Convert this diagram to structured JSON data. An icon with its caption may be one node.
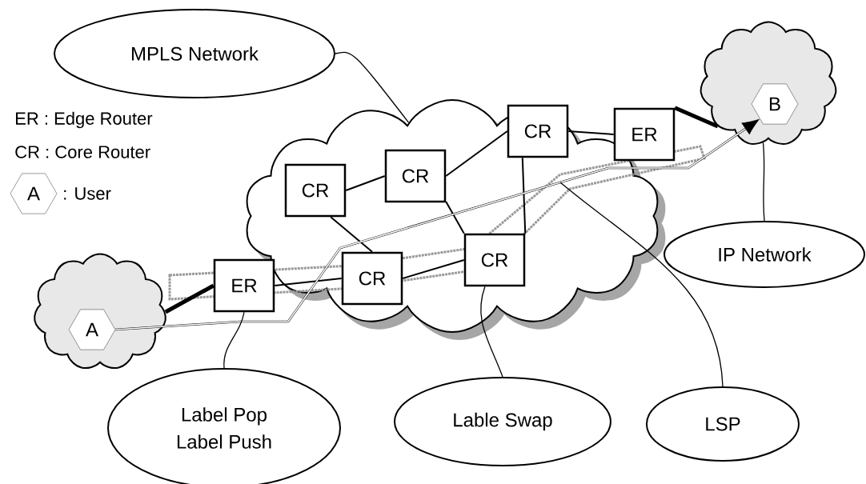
{
  "diagram": {
    "nodes": [
      {
        "text": [],
        "shape": "cloud"
      },
      {
        "text": [],
        "shape": "cloud"
      },
      {
        "text": [],
        "shape": "cloud"
      },
      {
        "text": [
          "A"
        ],
        "in": 1
      },
      {
        "text": [
          "B"
        ],
        "in": 2
      },
      {
        "text": [
          "ER"
        ]
      },
      {
        "text": [
          "CR"
        ],
        "in": 0
      },
      {
        "text": [
          "CR"
        ],
        "in": 0
      },
      {
        "text": [
          "CR"
        ],
        "in": 0
      },
      {
        "text": [
          "ER"
        ]
      },
      {
        "text": [
          "CR"
        ],
        "in": 0
      },
      {
        "text": [
          "CR"
        ],
        "in": 0
      },
      {
        "text": [
          "MPLS Network"
        ]
      },
      {
        "text": [
          "IP Network"
        ]
      },
      {
        "text": [
          "Label Pop",
          "Label Push"
        ]
      },
      {
        "text": [
          "Lable Swap"
        ]
      },
      {
        "text": [
          "LSP"
        ]
      },
      {
        "text": [
          "A"
        ],
        "beside": [
          ": User"
        ]
      }
    ],
    "edges": [
      {
        "from": 6,
        "to": 7,
        "arrow": "none"
      },
      {
        "from": 7,
        "to": 8,
        "arrow": "none"
      },
      {
        "from": 8,
        "to": 9,
        "arrow": "none"
      },
      {
        "from": 6,
        "to": 10,
        "arrow": "none"
      },
      {
        "from": 7,
        "to": 11,
        "arrow": "none"
      },
      {
        "from": 8,
        "to": 11,
        "arrow": "none"
      },
      {
        "from": 5,
        "to": 10,
        "arrow": "none"
      },
      {
        "from": 10,
        "to": 11,
        "arrow": "none"
      },
      {
        "from": 1,
        "to": 5,
        "arrow": "none",
        "style": "thick"
      },
      {
        "from": 9,
        "to": 2,
        "arrow": "none",
        "style": "thick"
      },
      {
        "from": 3,
        "to": 4,
        "arrow": "to"
      },
      {
        "from": 12,
        "to": 0,
        "arrow": "none"
      },
      {
        "from": 13,
        "to": 2,
        "arrow": "none"
      },
      {
        "from": 14,
        "to": 5,
        "arrow": "none"
      },
      {
        "from": 15,
        "to": 11,
        "arrow": "none"
      },
      {
        "from": 16,
        "to": null,
        "arrow": "none"
      }
    ],
    "labels": [
      "ER : Edge Router",
      "CR : Core Router"
    ]
  }
}
